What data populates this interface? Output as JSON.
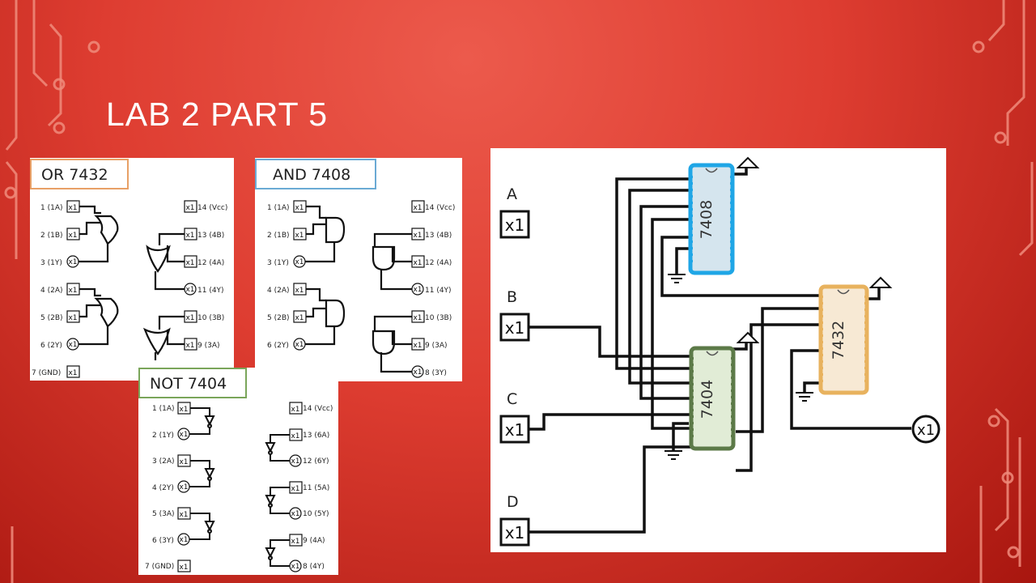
{
  "slide": {
    "title": "LAB 2 PART 5"
  },
  "or_chip": {
    "header": "OR 7432",
    "left_pins": [
      "1 (1A)",
      "2 (1B)",
      "3 (1Y)",
      "4 (2A)",
      "5 (2B)",
      "6 (2Y)",
      "7 (GND)"
    ],
    "right_pins": [
      "14 (Vcc)",
      "13 (4B)",
      "12 (4A)",
      "11 (4Y)",
      "10 (3B)",
      "9 (3A)"
    ]
  },
  "and_chip": {
    "header": "AND 7408",
    "left_pins": [
      "1 (1A)",
      "2 (1B)",
      "3 (1Y)",
      "4 (2A)",
      "5 (2B)",
      "6 (2Y)"
    ],
    "right_pins": [
      "14 (Vcc)",
      "13 (4B)",
      "12 (4A)",
      "11 (4Y)",
      "10 (3B)",
      "9 (3A)",
      "8 (3Y)"
    ]
  },
  "not_chip": {
    "header": "NOT 7404",
    "left_pins": [
      "1 (1A)",
      "2 (1Y)",
      "3 (2A)",
      "4 (2Y)",
      "5 (3A)",
      "6 (3Y)",
      "7 (GND)"
    ],
    "right_pins": [
      "14 (Vcc)",
      "13 (6A)",
      "12 (6Y)",
      "11 (5A)",
      "10 (5Y)",
      "9 (4A)",
      "8 (4Y)"
    ]
  },
  "pin_marker": "x1",
  "circuit": {
    "inputs": [
      "A",
      "B",
      "C",
      "D"
    ],
    "input_marker": "x1",
    "output_marker": "x1",
    "chips": [
      "7408",
      "7404",
      "7432"
    ]
  },
  "colors": {
    "background": "#de3d31",
    "or_header_border": "#e8a066",
    "and_header_border": "#6aaad4",
    "not_header_border": "#7aa55a",
    "chip_7408_border": "#1fa6e6",
    "chip_7408_fill": "#d5e5ee",
    "chip_7404_border": "#5c7a48",
    "chip_7404_fill": "#e1ecd6",
    "chip_7432_border": "#e8b25e",
    "chip_7432_fill": "#f7e9d4"
  }
}
